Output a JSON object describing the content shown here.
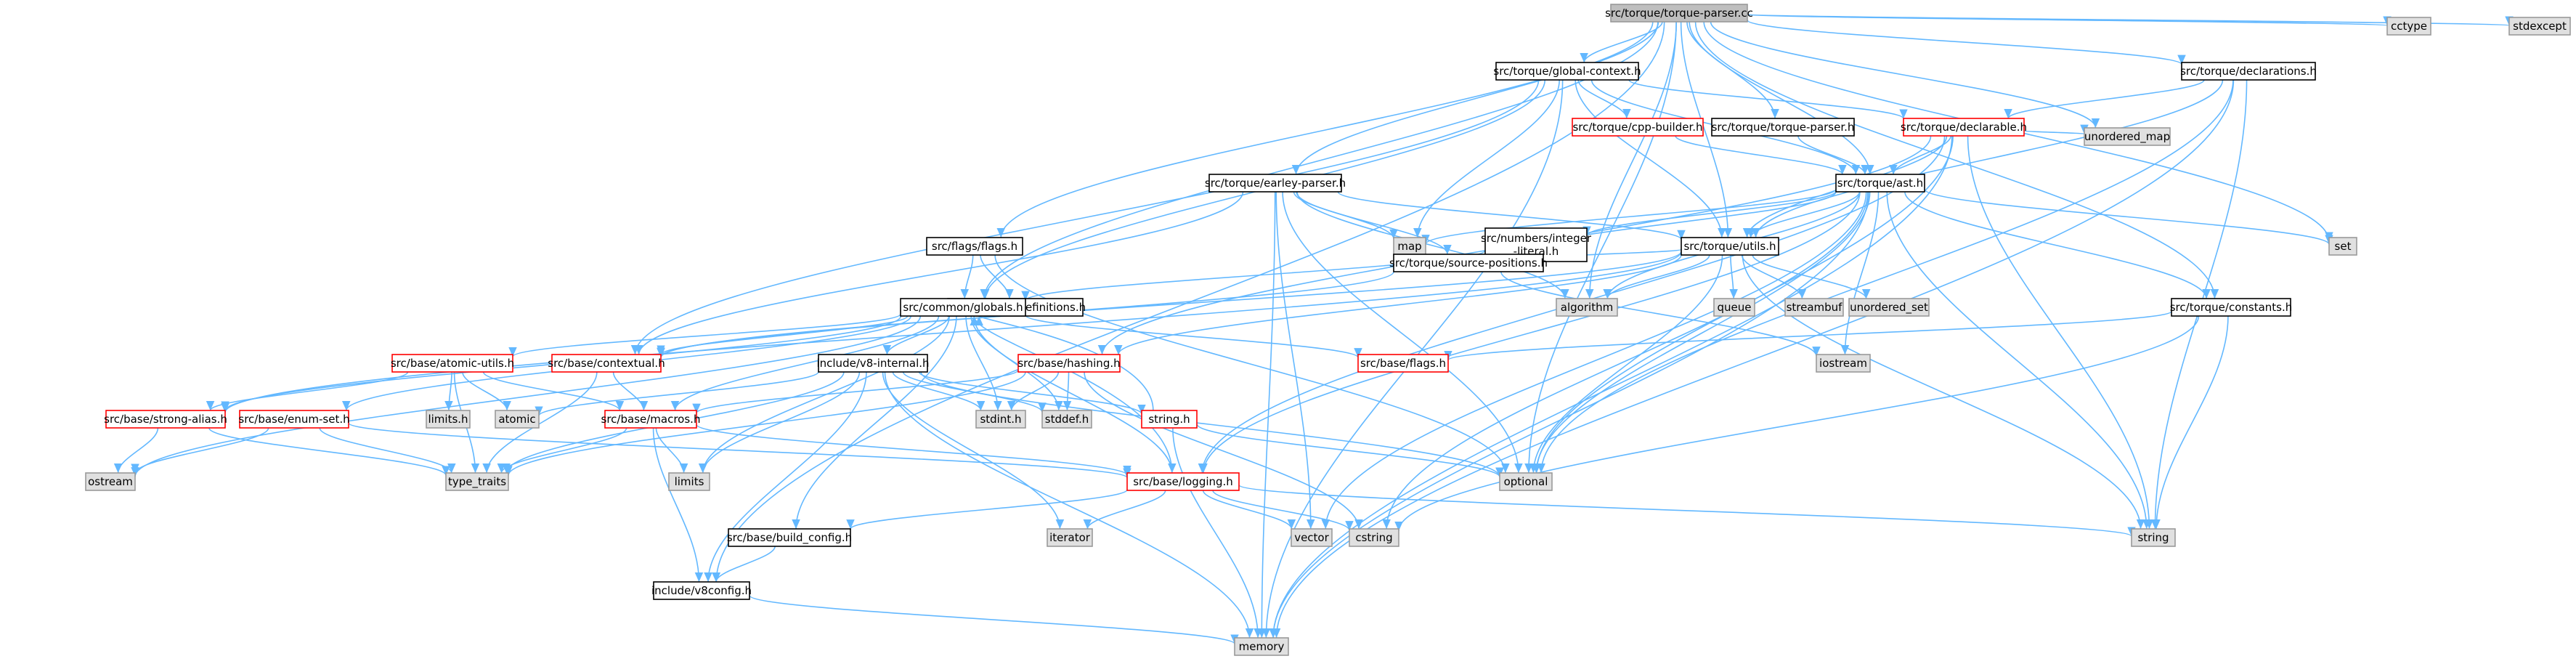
{
  "colors": {
    "edge": "#63b8ff",
    "root_fill": "#bfbfbf",
    "root_border": "#999999",
    "file_fill": "#ffffff",
    "file_border": "#000000",
    "incomplete_fill": "#ffffff",
    "incomplete_border": "#ff0000",
    "incomplete_text": "#000000",
    "system_fill": "#e0e0e0",
    "system_border": "#999999"
  },
  "nodes": [
    {
      "id": "root",
      "label": "src/torque/torque-parser.cc",
      "kind": "root"
    },
    {
      "id": "global_context",
      "label": "src/torque/global-context.h",
      "kind": "file"
    },
    {
      "id": "declarations",
      "label": "src/torque/declarations.h",
      "kind": "file"
    },
    {
      "id": "cctype",
      "label": "cctype",
      "kind": "system"
    },
    {
      "id": "stdexcept",
      "label": "stdexcept",
      "kind": "system"
    },
    {
      "id": "cpp_builder",
      "label": "src/torque/cpp-builder.h",
      "kind": "incomplete"
    },
    {
      "id": "torque_parser_h",
      "label": "src/torque/torque-parser.h",
      "kind": "file"
    },
    {
      "id": "declarable",
      "label": "src/torque/declarable.h",
      "kind": "incomplete"
    },
    {
      "id": "unordered_map",
      "label": "unordered_map",
      "kind": "system"
    },
    {
      "id": "earley_parser",
      "label": "src/torque/earley-parser.h",
      "kind": "file"
    },
    {
      "id": "ast",
      "label": "src/torque/ast.h",
      "kind": "file"
    },
    {
      "id": "map",
      "label": "map",
      "kind": "system"
    },
    {
      "id": "set",
      "label": "set",
      "kind": "system"
    },
    {
      "id": "numbers_integer_literal",
      "label": [
        "src/numbers/integer",
        "-literal.h"
      ],
      "kind": "file"
    },
    {
      "id": "flags",
      "label": "src/flags/flags.h",
      "kind": "file"
    },
    {
      "id": "utils",
      "label": "src/torque/utils.h",
      "kind": "file"
    },
    {
      "id": "flag_definitions",
      "label": "src/flags/flag-definitions.h",
      "kind": "file"
    },
    {
      "id": "globals",
      "label": "src/common/globals.h",
      "kind": "file"
    },
    {
      "id": "source_positions",
      "label": "src/torque/source-positions.h",
      "kind": "file"
    },
    {
      "id": "algorithm",
      "label": "algorithm",
      "kind": "system"
    },
    {
      "id": "queue",
      "label": "queue",
      "kind": "system"
    },
    {
      "id": "streambuf",
      "label": "streambuf",
      "kind": "system"
    },
    {
      "id": "unordered_set",
      "label": "unordered_set",
      "kind": "system"
    },
    {
      "id": "constants",
      "label": "src/torque/constants.h",
      "kind": "file"
    },
    {
      "id": "atomic_utils",
      "label": "src/base/atomic-utils.h",
      "kind": "incomplete"
    },
    {
      "id": "contextual",
      "label": "src/base/contextual.h",
      "kind": "incomplete"
    },
    {
      "id": "v8_internal",
      "label": "include/v8-internal.h",
      "kind": "file"
    },
    {
      "id": "hashing",
      "label": "src/base/hashing.h",
      "kind": "incomplete"
    },
    {
      "id": "base_flags",
      "label": "src/base/flags.h",
      "kind": "incomplete"
    },
    {
      "id": "iostream",
      "label": "iostream",
      "kind": "system"
    },
    {
      "id": "strong_alias",
      "label": "src/base/strong-alias.h",
      "kind": "incomplete"
    },
    {
      "id": "enum_set",
      "label": "src/base/enum-set.h",
      "kind": "incomplete"
    },
    {
      "id": "limits_h",
      "label": "limits.h",
      "kind": "system"
    },
    {
      "id": "atomic",
      "label": "atomic",
      "kind": "system"
    },
    {
      "id": "macros",
      "label": "src/base/macros.h",
      "kind": "incomplete"
    },
    {
      "id": "stdint_h",
      "label": "stdint.h",
      "kind": "system"
    },
    {
      "id": "stddef_h",
      "label": "stddef.h",
      "kind": "system"
    },
    {
      "id": "string_h",
      "label": "string.h",
      "kind": "incomplete"
    },
    {
      "id": "ostream",
      "label": "ostream",
      "kind": "system"
    },
    {
      "id": "type_traits",
      "label": "type_traits",
      "kind": "system"
    },
    {
      "id": "limits",
      "label": "limits",
      "kind": "system"
    },
    {
      "id": "optional",
      "label": "optional",
      "kind": "system"
    },
    {
      "id": "logging",
      "label": "src/base/logging.h",
      "kind": "incomplete"
    },
    {
      "id": "iterator",
      "label": "iterator",
      "kind": "system"
    },
    {
      "id": "vector",
      "label": "vector",
      "kind": "system"
    },
    {
      "id": "cstring",
      "label": "cstring",
      "kind": "system"
    },
    {
      "id": "string",
      "label": "string",
      "kind": "system"
    },
    {
      "id": "build_config",
      "label": "src/base/build_config.h",
      "kind": "file"
    },
    {
      "id": "v8config",
      "label": "include/v8config.h",
      "kind": "file"
    },
    {
      "id": "memory",
      "label": "memory",
      "kind": "system"
    }
  ],
  "edges": [
    [
      "root",
      "global_context"
    ],
    [
      "root",
      "declarations"
    ],
    [
      "root",
      "cctype"
    ],
    [
      "root",
      "stdexcept"
    ],
    [
      "root",
      "earley_parser"
    ],
    [
      "root",
      "torque_parser_h"
    ],
    [
      "root",
      "utils"
    ],
    [
      "root",
      "ast"
    ],
    [
      "root",
      "flags"
    ],
    [
      "root",
      "globals"
    ],
    [
      "root",
      "constants"
    ],
    [
      "root",
      "set"
    ],
    [
      "root",
      "unordered_map"
    ],
    [
      "root",
      "algorithm"
    ],
    [
      "root",
      "optional"
    ],
    [
      "root",
      "v8config"
    ],
    [
      "global_context",
      "cpp_builder"
    ],
    [
      "global_context",
      "declarable"
    ],
    [
      "global_context",
      "ast"
    ],
    [
      "global_context",
      "utils"
    ],
    [
      "global_context",
      "map"
    ],
    [
      "global_context",
      "memory"
    ],
    [
      "global_context",
      "globals"
    ],
    [
      "global_context",
      "contextual"
    ],
    [
      "declarations",
      "declarable"
    ],
    [
      "declarations",
      "utils"
    ],
    [
      "declarations",
      "memory"
    ],
    [
      "declarations",
      "string"
    ],
    [
      "declarations",
      "optional"
    ],
    [
      "cpp_builder",
      "ast"
    ],
    [
      "torque_parser_h",
      "ast"
    ],
    [
      "declarable",
      "ast"
    ],
    [
      "declarable",
      "unordered_map"
    ],
    [
      "declarable",
      "utils"
    ],
    [
      "declarable",
      "hashing"
    ],
    [
      "declarable",
      "logging"
    ],
    [
      "declarable",
      "optional"
    ],
    [
      "declarable",
      "string"
    ],
    [
      "declarable",
      "memory"
    ],
    [
      "earley_parser",
      "map"
    ],
    [
      "earley_parser",
      "memory"
    ],
    [
      "earley_parser",
      "vector"
    ],
    [
      "earley_parser",
      "optional"
    ],
    [
      "earley_parser",
      "contextual"
    ],
    [
      "earley_parser",
      "utils"
    ],
    [
      "earley_parser",
      "source_positions"
    ],
    [
      "earley_parser",
      "algorithm"
    ],
    [
      "ast",
      "map"
    ],
    [
      "ast",
      "set"
    ],
    [
      "ast",
      "numbers_integer_literal"
    ],
    [
      "ast",
      "utils"
    ],
    [
      "ast",
      "constants"
    ],
    [
      "ast",
      "source_positions"
    ],
    [
      "ast",
      "optional"
    ],
    [
      "ast",
      "iostream"
    ],
    [
      "ast",
      "algorithm"
    ],
    [
      "ast",
      "string"
    ],
    [
      "ast",
      "vector"
    ],
    [
      "ast",
      "memory"
    ],
    [
      "ast",
      "cstring"
    ],
    [
      "ast",
      "logging"
    ],
    [
      "numbers_integer_literal",
      "globals"
    ],
    [
      "flags",
      "flag_definitions"
    ],
    [
      "flags",
      "globals"
    ],
    [
      "flags",
      "optional"
    ],
    [
      "utils",
      "algorithm"
    ],
    [
      "utils",
      "queue"
    ],
    [
      "utils",
      "streambuf"
    ],
    [
      "utils",
      "unordered_set"
    ],
    [
      "utils",
      "string"
    ],
    [
      "utils",
      "optional"
    ],
    [
      "utils",
      "source_positions"
    ],
    [
      "utils",
      "contextual"
    ],
    [
      "utils",
      "hashing"
    ],
    [
      "utils",
      "strong_alias"
    ],
    [
      "globals",
      "atomic_utils"
    ],
    [
      "globals",
      "contextual"
    ],
    [
      "globals",
      "v8_internal"
    ],
    [
      "globals",
      "base_flags"
    ],
    [
      "globals",
      "strong_alias"
    ],
    [
      "globals",
      "enum_set"
    ],
    [
      "globals",
      "macros"
    ],
    [
      "globals",
      "logging"
    ],
    [
      "globals",
      "stdint_h"
    ],
    [
      "globals",
      "stddef_h"
    ],
    [
      "globals",
      "ostream"
    ],
    [
      "globals",
      "limits"
    ],
    [
      "globals",
      "build_config"
    ],
    [
      "source_positions",
      "iostream"
    ],
    [
      "source_positions",
      "contextual"
    ],
    [
      "constants",
      "base_flags"
    ],
    [
      "constants",
      "string"
    ],
    [
      "constants",
      "cstring"
    ],
    [
      "atomic_utils",
      "limits_h"
    ],
    [
      "atomic_utils",
      "atomic"
    ],
    [
      "atomic_utils",
      "macros"
    ],
    [
      "atomic_utils",
      "type_traits"
    ],
    [
      "atomic_utils",
      "strong_alias"
    ],
    [
      "contextual",
      "macros"
    ],
    [
      "contextual",
      "type_traits"
    ],
    [
      "v8_internal",
      "stdint_h"
    ],
    [
      "v8_internal",
      "stddef_h"
    ],
    [
      "v8_internal",
      "string_h"
    ],
    [
      "v8_internal",
      "atomic"
    ],
    [
      "v8_internal",
      "iterator"
    ],
    [
      "v8_internal",
      "limits"
    ],
    [
      "v8_internal",
      "memory"
    ],
    [
      "v8_internal",
      "optional"
    ],
    [
      "v8_internal",
      "type_traits"
    ],
    [
      "v8_internal",
      "v8config"
    ],
    [
      "hashing",
      "stdint_h"
    ],
    [
      "hashing",
      "stddef_h"
    ],
    [
      "hashing",
      "cstring"
    ],
    [
      "hashing",
      "macros"
    ],
    [
      "hashing",
      "type_traits"
    ],
    [
      "strong_alias",
      "ostream"
    ],
    [
      "strong_alias",
      "type_traits"
    ],
    [
      "enum_set",
      "ostream"
    ],
    [
      "enum_set",
      "type_traits"
    ],
    [
      "enum_set",
      "logging"
    ],
    [
      "macros",
      "limits"
    ],
    [
      "macros",
      "type_traits"
    ],
    [
      "macros",
      "logging"
    ],
    [
      "macros",
      "v8config"
    ],
    [
      "string_h",
      "optional"
    ],
    [
      "string_h",
      "memory"
    ],
    [
      "string_h",
      "globals"
    ],
    [
      "logging",
      "iterator"
    ],
    [
      "logging",
      "vector"
    ],
    [
      "logging",
      "cstring"
    ],
    [
      "logging",
      "string"
    ],
    [
      "logging",
      "build_config"
    ],
    [
      "logging",
      "globals"
    ],
    [
      "build_config",
      "v8config"
    ],
    [
      "v8config",
      "memory"
    ]
  ]
}
